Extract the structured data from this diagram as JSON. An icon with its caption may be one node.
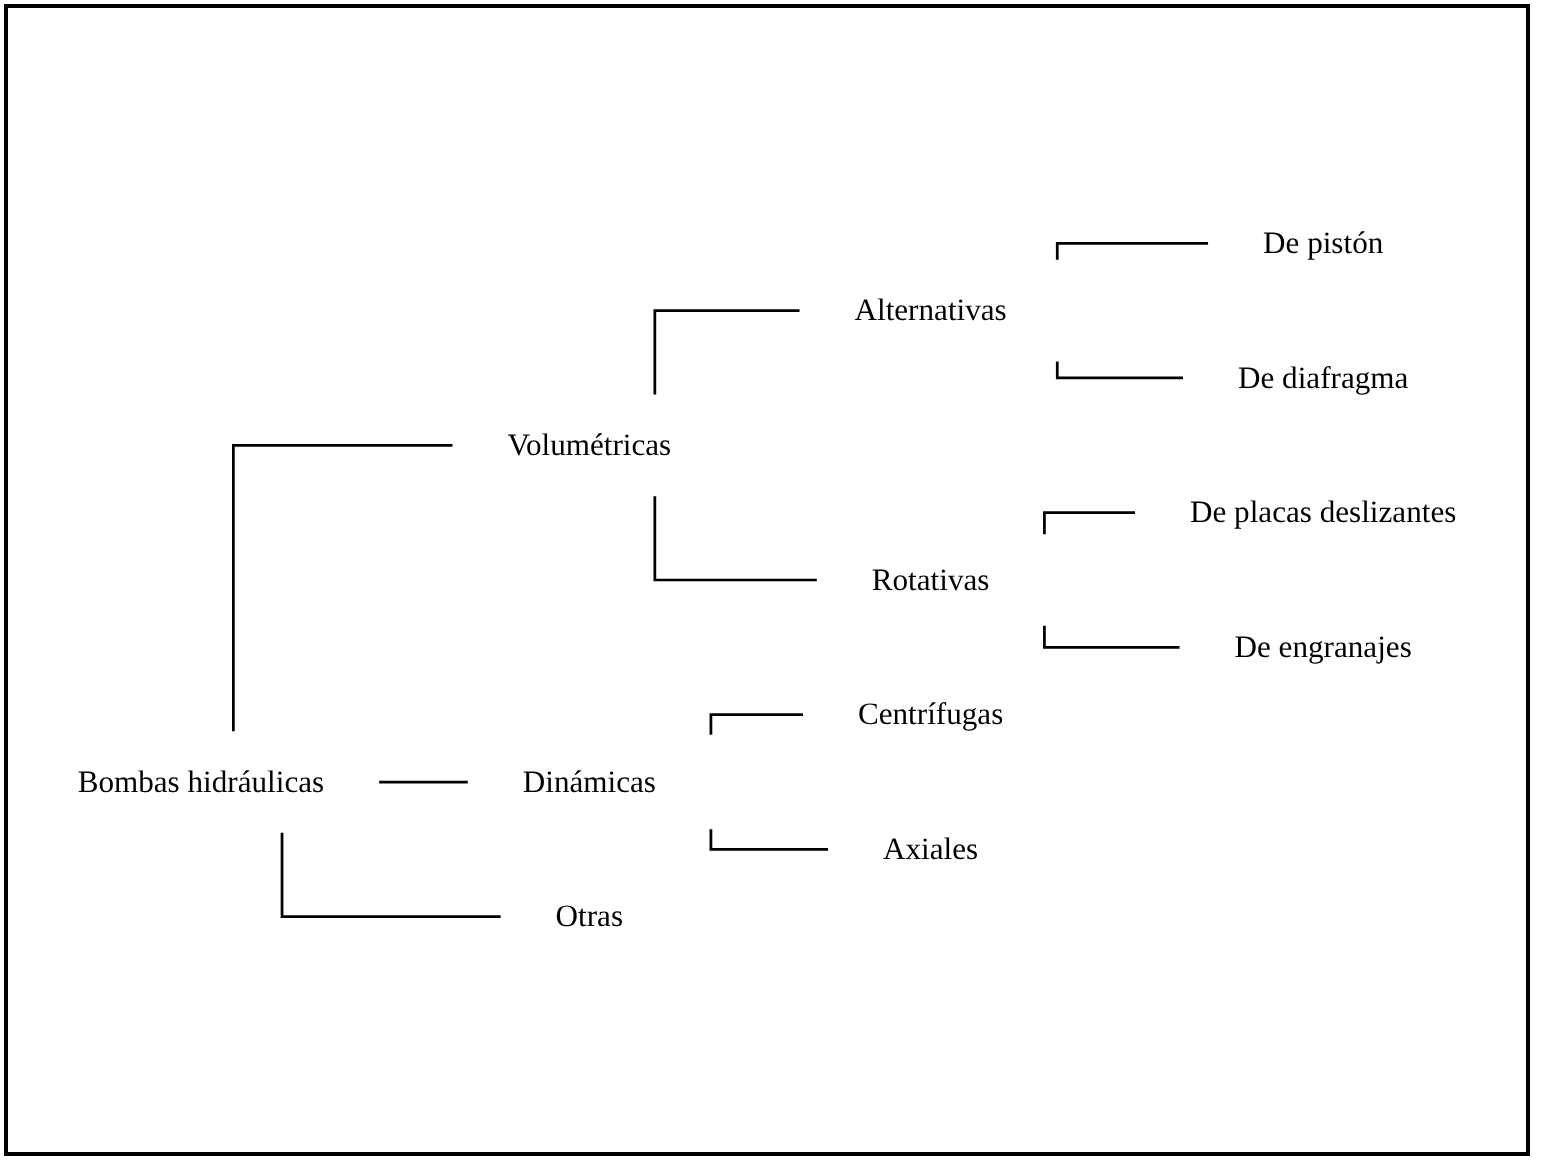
{
  "diagram": {
    "nodes": [
      {
        "text": [
          "Bombas hidráulicas"
        ]
      },
      {
        "text": [
          "Volumétricas"
        ]
      },
      {
        "text": [
          "Alternativas"
        ]
      },
      {
        "text": [
          "De pistón"
        ]
      },
      {
        "text": [
          "De diafragma"
        ]
      },
      {
        "text": [
          "Rotativas"
        ]
      },
      {
        "text": [
          "De placas deslizantes"
        ]
      },
      {
        "text": [
          "De engranajes"
        ]
      },
      {
        "text": [
          "Dinámicas"
        ]
      },
      {
        "text": [
          "Centrífugas"
        ]
      },
      {
        "text": [
          "Axiales"
        ]
      },
      {
        "text": [
          "Otras"
        ]
      }
    ],
    "edges": [
      {
        "from": 0,
        "to": 1,
        "arrow": "none"
      },
      {
        "from": 1,
        "to": 2,
        "arrow": "none"
      },
      {
        "from": 2,
        "to": 3,
        "arrow": "none"
      },
      {
        "from": 2,
        "to": 4,
        "arrow": "none"
      },
      {
        "from": 1,
        "to": 5,
        "arrow": "none"
      },
      {
        "from": 5,
        "to": 6,
        "arrow": "none"
      },
      {
        "from": 5,
        "to": 7,
        "arrow": "none"
      },
      {
        "from": 0,
        "to": 8,
        "arrow": "none"
      },
      {
        "from": 8,
        "to": 9,
        "arrow": "none"
      },
      {
        "from": 8,
        "to": 10,
        "arrow": "none"
      },
      {
        "from": 0,
        "to": 11,
        "arrow": "none"
      }
    ]
  }
}
